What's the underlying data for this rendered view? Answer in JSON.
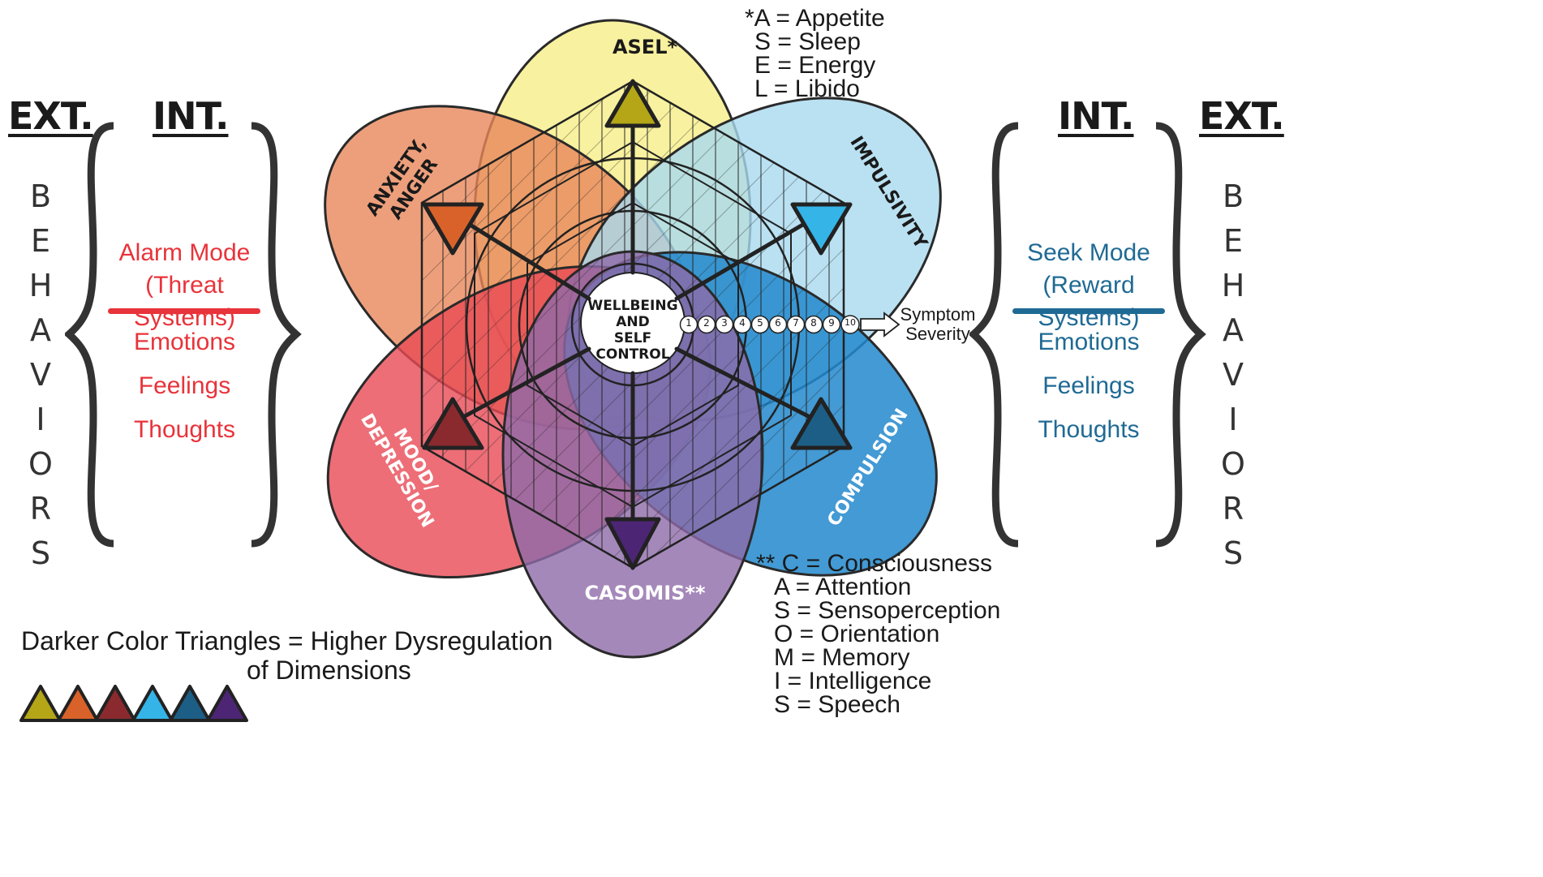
{
  "left": {
    "ext_heading": "EXT.",
    "int_heading": "INT.",
    "behaviors_letters": [
      "B",
      "E",
      "H",
      "A",
      "V",
      "I",
      "O",
      "R",
      "S"
    ],
    "mode_line1": "Alarm Mode",
    "mode_line2": "(Threat Systems)",
    "items": [
      "Emotions",
      "Feelings",
      "Thoughts"
    ]
  },
  "right": {
    "ext_heading": "EXT.",
    "int_heading": "INT.",
    "behaviors_letters": [
      "B",
      "E",
      "H",
      "A",
      "V",
      "I",
      "O",
      "R",
      "S"
    ],
    "mode_line1": "Seek Mode",
    "mode_line2": "(Reward Systems)",
    "items": [
      "Emotions",
      "Feelings",
      "Thoughts"
    ]
  },
  "petals": {
    "asel": "ASEL*",
    "anxiety_line1": "ANXIETY,",
    "anxiety_line2": "ANGER",
    "impulsivity": "IMPULSIVITY",
    "mood_line1": "MOOD/",
    "mood_line2": "DEPRESSION",
    "compulsion": "COMPULSION",
    "casomis": "CASOMIS**"
  },
  "center": {
    "line1": "WELLBEING",
    "line2": "AND",
    "line3": "SELF CONTROL"
  },
  "scale": {
    "numbers": [
      "1",
      "2",
      "3",
      "4",
      "5",
      "6",
      "7",
      "8",
      "9",
      "10"
    ],
    "label_line1": "Symptom",
    "label_line2": "Severity"
  },
  "asel_key": [
    "*A = Appetite",
    "S = Sleep",
    "E = Energy",
    "L = Libido"
  ],
  "casomis_key": [
    "** C = Consciousness",
    "A = Attention",
    "S = Sensoperception",
    "O = Orientation",
    "M = Memory",
    "I = Intelligence",
    "S = Speech"
  ],
  "legend": {
    "line1": "Darker Color Triangles = Higher Dysregulation",
    "line2": "of Dimensions"
  },
  "colors": {
    "alarm": "#e8333a",
    "seek": "#1f6a94",
    "asel_petal": "#f7ef8e",
    "anxiety_petal": "#e9875a",
    "impulsivity_petal": "#a9d9ef",
    "mood_petal": "#e94a55",
    "compulsion_petal": "#2288cc",
    "casomis_petal": "#8e6aa9",
    "tri_asel": "#b4a617",
    "tri_anxiety": "#d9622a",
    "tri_mood": "#8b2a2e",
    "tri_impulsivity": "#35b4e8",
    "tri_compulsion": "#1d5e86",
    "tri_casomis": "#4d2575"
  }
}
